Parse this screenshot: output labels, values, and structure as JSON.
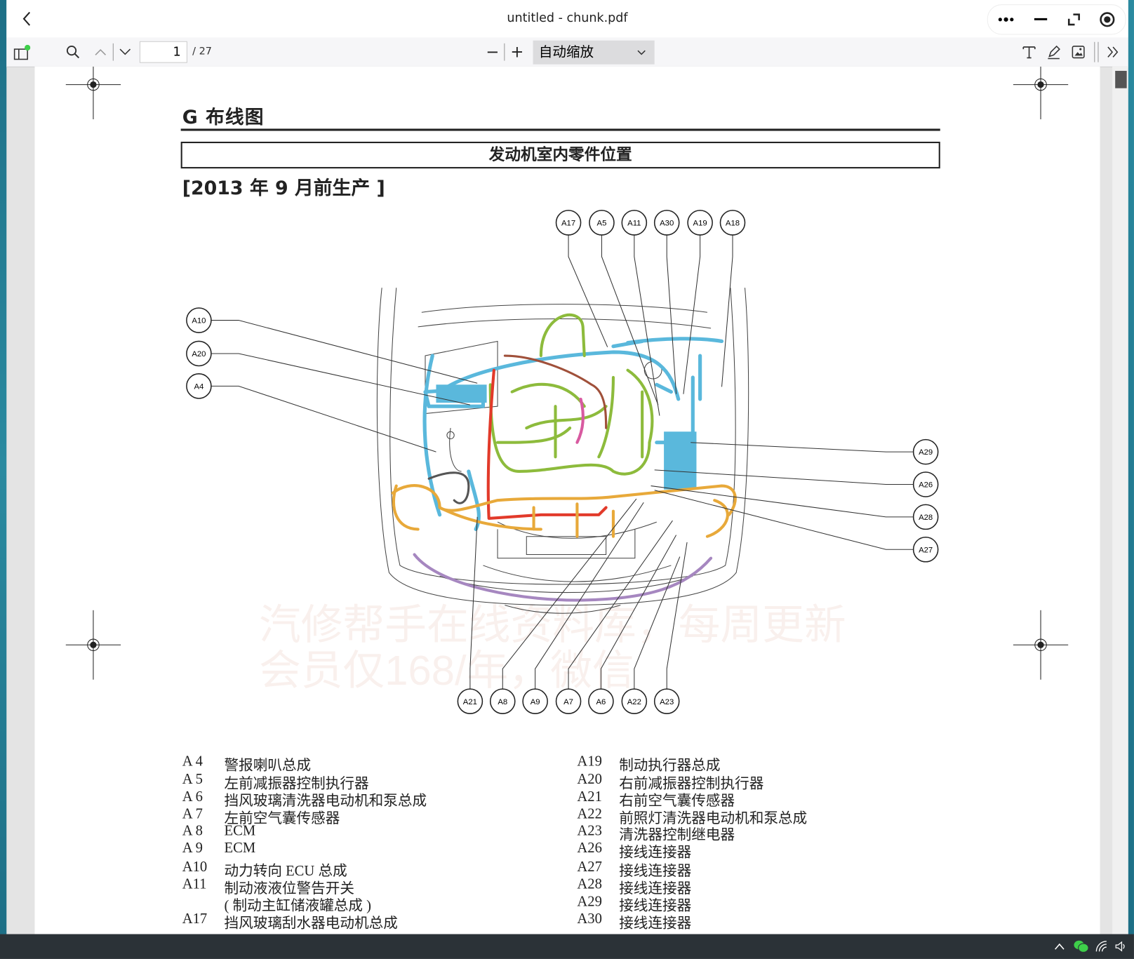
{
  "window": {
    "title": "untitled - chunk.pdf",
    "back_icon": "chevron-left-icon",
    "controls": [
      "more-icon",
      "minimize-icon",
      "restore-icon",
      "record-icon"
    ]
  },
  "toolbar": {
    "page_current": "1",
    "page_total": "/ 27",
    "zoom_select": "自动缩放",
    "zoom_out": "−",
    "zoom_in": "+",
    "icons": [
      "sidebar-toggle-icon",
      "search-icon",
      "chevron-up-icon",
      "chevron-down-icon",
      "text-icon",
      "pen-icon",
      "image-icon",
      "double-chevron-right-icon"
    ]
  },
  "document": {
    "heading": "G  布线图",
    "box_title": "发动机室内零件位置",
    "subtitle": "[2013 年 9 月前生产 ]",
    "diagram": {
      "callouts_top": [
        "A17",
        "A5",
        "A11",
        "A30",
        "A19",
        "A18"
      ],
      "callouts_left": [
        "A10",
        "A20",
        "A4"
      ],
      "callouts_right": [
        "A29",
        "A26",
        "A28",
        "A27"
      ],
      "callouts_bottom": [
        "A21",
        "A8",
        "A9",
        "A7",
        "A6",
        "A22",
        "A23"
      ],
      "wire_colors": {
        "blue": "#5ab8dc",
        "green": "#8dbb3c",
        "orange": "#e8a93a",
        "red": "#e23a2a",
        "purple": "#a687c0",
        "brown": "#a0503a",
        "pink": "#d85aa0"
      },
      "watermark": [
        "汽修帮手在线资料库，每周更新",
        "会员仅168/年，微信"
      ]
    },
    "legend_left": [
      {
        "code": "A 4",
        "name": "警报喇叭总成"
      },
      {
        "code": "A 5",
        "name": "左前减振器控制执行器"
      },
      {
        "code": "A 6",
        "name": "挡风玻璃清洗器电动机和泵总成"
      },
      {
        "code": "A 7",
        "name": "左前空气囊传感器"
      },
      {
        "code": "A 8",
        "name": "ECM"
      },
      {
        "code": "A 9",
        "name": "ECM"
      },
      {
        "code": "A10",
        "name": "动力转向 ECU 总成"
      },
      {
        "code": "A11",
        "name": "制动液液位警告开关"
      },
      {
        "code": "",
        "name": "( 制动主缸储液罐总成 )"
      },
      {
        "code": "A17",
        "name": "挡风玻璃刮水器电动机总成"
      }
    ],
    "legend_right": [
      {
        "code": "A19",
        "name": "制动执行器总成"
      },
      {
        "code": "A20",
        "name": "右前减振器控制执行器"
      },
      {
        "code": "A21",
        "name": "右前空气囊传感器"
      },
      {
        "code": "A22",
        "name": "前照灯清洗器电动机和泵总成"
      },
      {
        "code": "A23",
        "name": "清洗器控制继电器"
      },
      {
        "code": "A26",
        "name": "接线连接器"
      },
      {
        "code": "A27",
        "name": "接线连接器"
      },
      {
        "code": "A28",
        "name": "接线连接器"
      },
      {
        "code": "A29",
        "name": "接线连接器"
      },
      {
        "code": "A30",
        "name": "接线连接器"
      }
    ]
  },
  "taskbar": {
    "icons": [
      "chevron-up-icon",
      "wechat-icon",
      "wifi-icon",
      "volume-icon"
    ]
  }
}
